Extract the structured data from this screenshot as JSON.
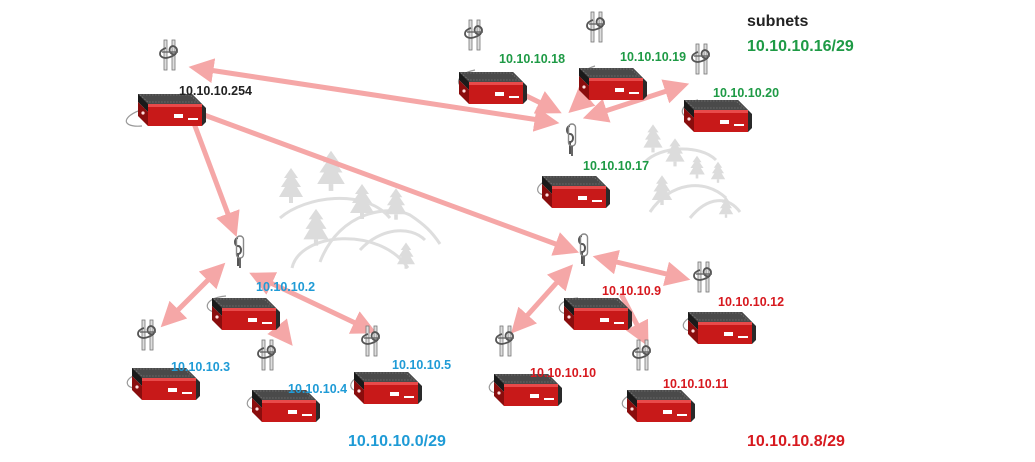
{
  "colors": {
    "green": "#1e9a45",
    "blue": "#1f9bd6",
    "red": "#d7191f",
    "black": "#222222",
    "link": "#f5a7a7",
    "scenery": "#dedede",
    "device_red": "#c81919"
  },
  "legend": {
    "heading": "subnets",
    "green_subnet": "10.10.10.16/29",
    "blue_subnet": "10.10.10.0/29",
    "red_subnet": "10.10.10.8/29"
  },
  "nodes": {
    "gateway": {
      "ip": "10.10.10.254",
      "antenna": "panel"
    },
    "green_ap": {
      "ip": "10.10.10.17",
      "antenna": "omni"
    },
    "green_18": {
      "ip": "10.10.10.18",
      "antenna": "panel"
    },
    "green_19": {
      "ip": "10.10.10.19",
      "antenna": "panel"
    },
    "green_20": {
      "ip": "10.10.10.20",
      "antenna": "panel"
    },
    "blue_ap": {
      "ip": "10.10.10.2",
      "antenna": "omni"
    },
    "blue_3": {
      "ip": "10.10.10.3",
      "antenna": "panel"
    },
    "blue_4": {
      "ip": "10.10.10.4",
      "antenna": "panel"
    },
    "blue_5": {
      "ip": "10.10.10.5",
      "antenna": "panel"
    },
    "red_ap": {
      "ip": "10.10.10.9",
      "antenna": "omni"
    },
    "red_10": {
      "ip": "10.10.10.10",
      "antenna": "panel"
    },
    "red_11": {
      "ip": "10.10.10.11",
      "antenna": "panel"
    },
    "red_12": {
      "ip": "10.10.10.12",
      "antenna": "panel"
    }
  }
}
